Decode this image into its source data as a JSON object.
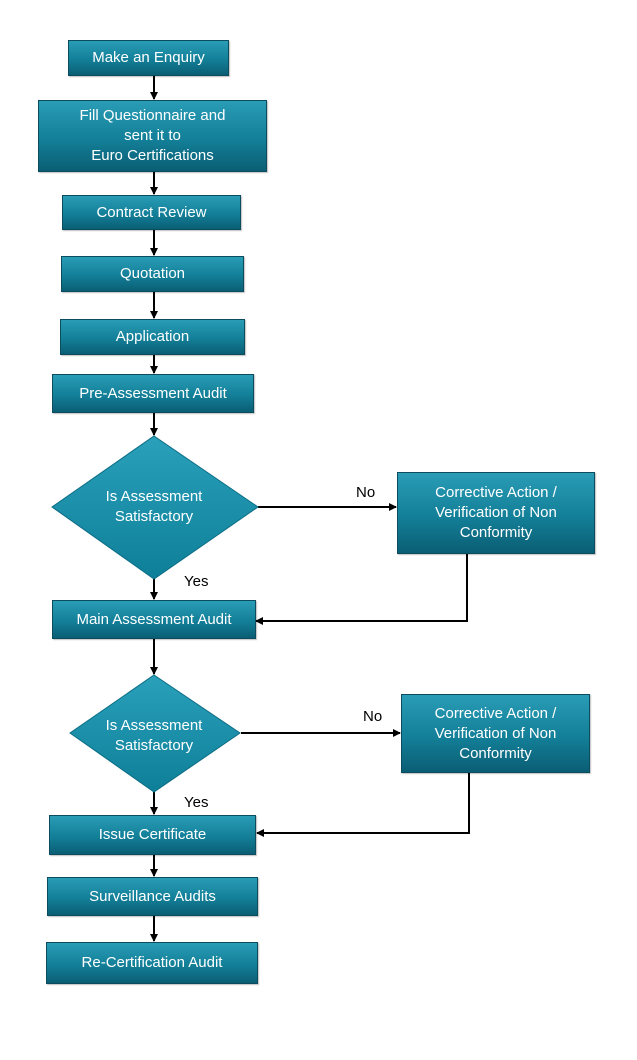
{
  "steps": {
    "enquiry": "Make an Enquiry",
    "questionnaire": [
      "Fill Questionnaire and",
      "sent it to",
      "Euro Certifications"
    ],
    "contract_review": "Contract Review",
    "quotation": "Quotation",
    "application": "Application",
    "pre_assessment": "Pre-Assessment Audit",
    "decision_1": [
      "Is Assessment",
      "Satisfactory"
    ],
    "corrective_1": [
      "Corrective Action /",
      "Verification of Non",
      "Conformity"
    ],
    "main_assessment": "Main Assessment Audit",
    "decision_2": [
      "Is Assessment",
      "Satisfactory"
    ],
    "corrective_2": [
      "Corrective Action /",
      "Verification of Non",
      "Conformity"
    ],
    "issue_certificate": "Issue Certificate",
    "surveillance": "Surveillance Audits",
    "recertification": "Re-Certification Audit"
  },
  "edge_labels": {
    "no_1": "No",
    "yes_1": "Yes",
    "no_2": "No",
    "yes_2": "Yes"
  },
  "colors": {
    "box_fill": "#137f98",
    "box_border": "#0b4c5e",
    "diamond_fill": "#1591ac",
    "connector": "#000000",
    "text": "#ffffff"
  }
}
